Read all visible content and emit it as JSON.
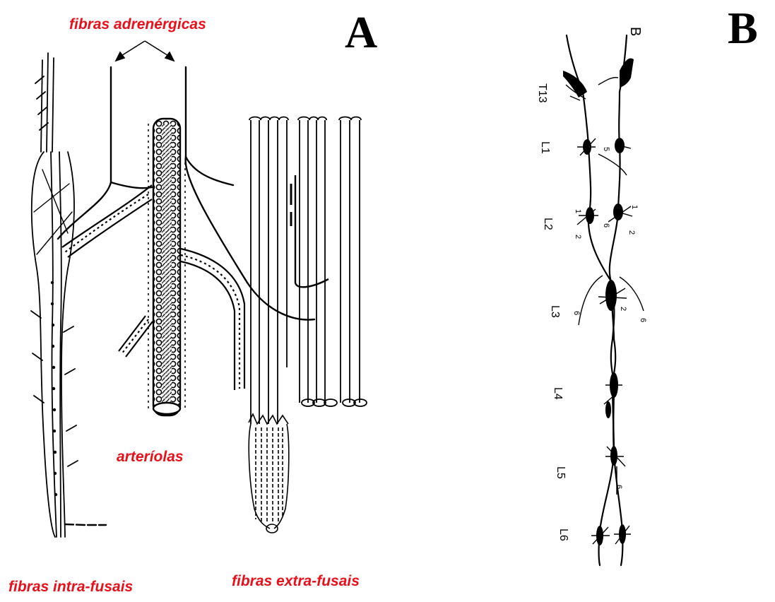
{
  "panels": {
    "a": {
      "letter": "A",
      "labels": {
        "adrenergic": "fibras adrenérgicas",
        "arterioles": "arteríolas",
        "intrafusal": "fibras intra-fusais",
        "extrafusal": "fibras extra-fusais"
      }
    },
    "b": {
      "letter": "B",
      "corner_label": "B",
      "segments": [
        "T13",
        "L1",
        "L2",
        "L3",
        "L4",
        "L5",
        "L6"
      ],
      "branch_numbers": {
        "l1_5": "5",
        "l2_1_left": "1",
        "l2_1_right": "1",
        "l2_6": "6",
        "l2_2_left": "2",
        "l2_2_right": "2",
        "l3_2": "2",
        "l3_6_left": "6",
        "l3_6_right": "6",
        "l5_6": "6"
      }
    }
  },
  "colors": {
    "label_red": "#e8101a",
    "ink": "#000000"
  }
}
